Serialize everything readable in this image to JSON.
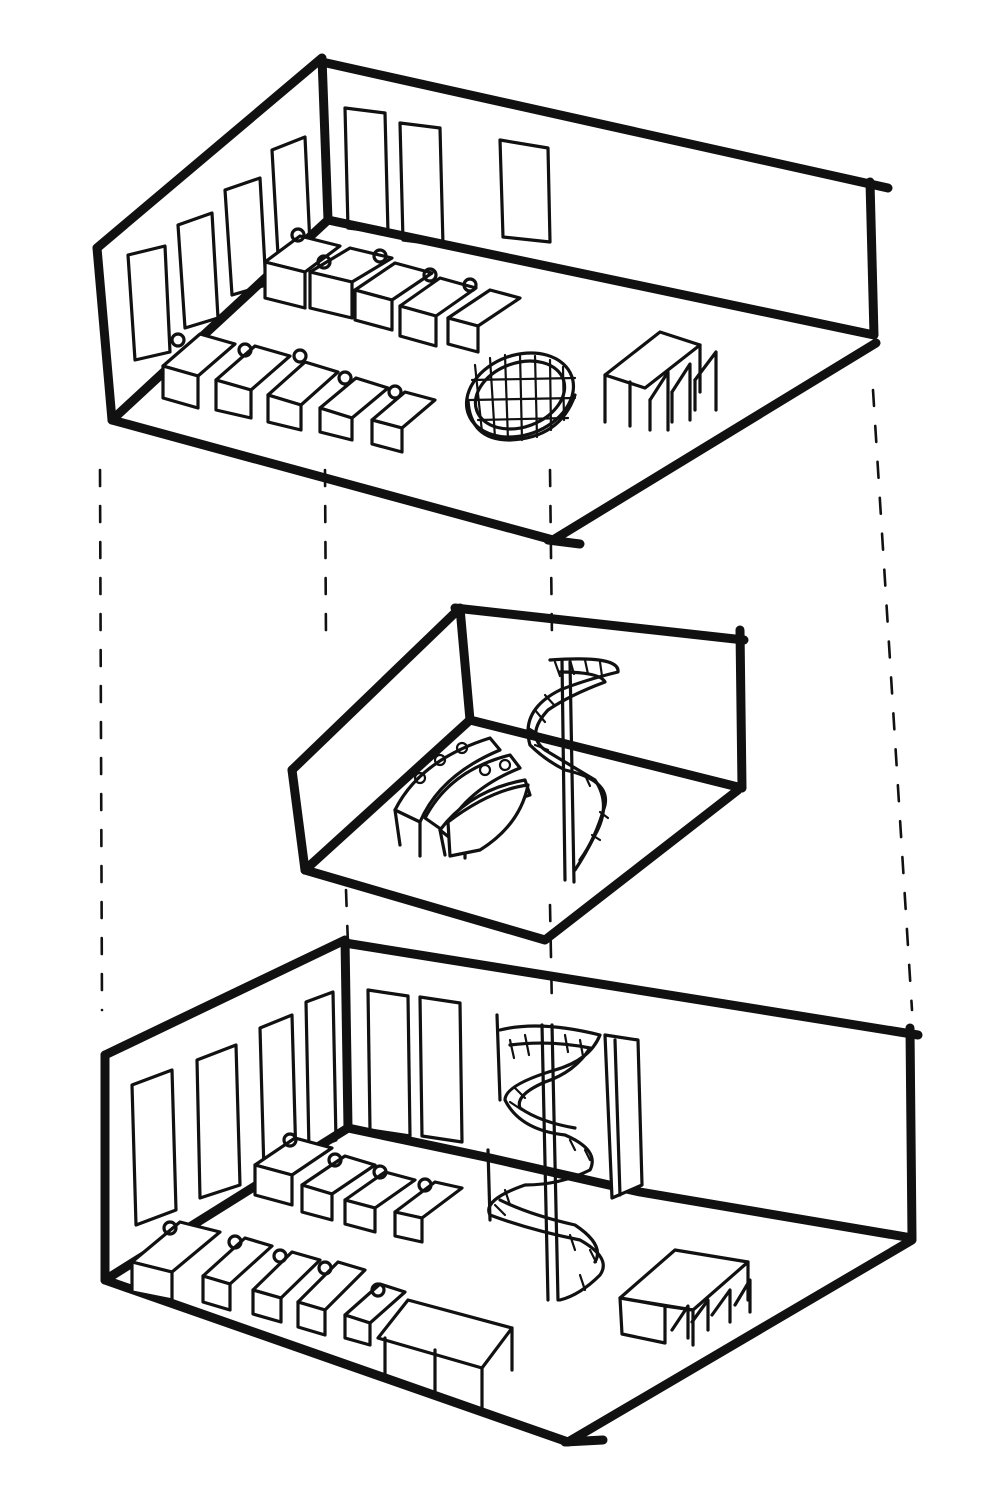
{
  "figure": {
    "kind": "hand-drawn exploded axonometric sketch",
    "ink_color": "#111111",
    "paper_color": "#ffffff",
    "levels": [
      {
        "id": "top",
        "contents": [
          "windows",
          "desk-rows",
          "spiral-stair-opening",
          "table-with-chairs"
        ]
      },
      {
        "id": "mezzanine",
        "contents": [
          "curved-benches",
          "spiral-stair"
        ]
      },
      {
        "id": "ground",
        "contents": [
          "windows",
          "desk-rows",
          "spiral-stair",
          "partition-panel",
          "long-table",
          "side-table-with-chairs"
        ]
      }
    ]
  }
}
